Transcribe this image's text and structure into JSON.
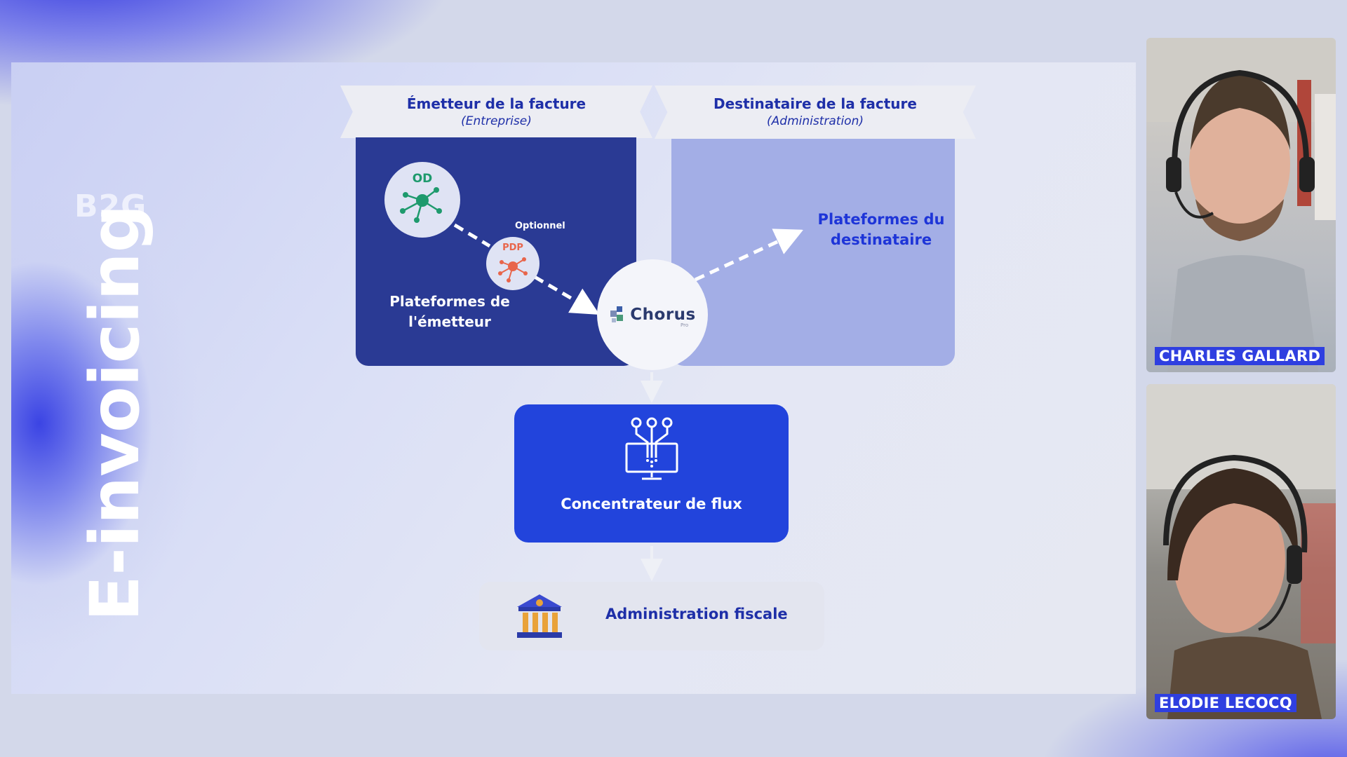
{
  "slide": {
    "category_label": "B2G",
    "vertical_title": "E-invoicing"
  },
  "diagram": {
    "emitter": {
      "title": "Émetteur de la facture",
      "subtitle": "(Entreprise)",
      "od_label": "OD",
      "pdp_label": "PDP",
      "optional_label": "Optionnel",
      "platform_label": "Plateformes de l'émetteur"
    },
    "recipient": {
      "title": "Destinataire de la facture",
      "subtitle": "(Administration)",
      "platform_label": "Plateformes du destinataire"
    },
    "hub": {
      "label": "Chorus",
      "sublabel": "Pro"
    },
    "concentrator": {
      "label": "Concentrateur de flux"
    },
    "tax_admin": {
      "label": "Administration fiscale"
    },
    "colors": {
      "dark_panel": "#2a3a94",
      "light_panel": "#a3aee6",
      "accent_blue": "#2244dc",
      "od_green": "#1e9a6d",
      "pdp_orange": "#e8654b"
    }
  },
  "participants": [
    {
      "name": "CHARLES GALLARD"
    },
    {
      "name": "ELODIE LECOCQ"
    }
  ]
}
